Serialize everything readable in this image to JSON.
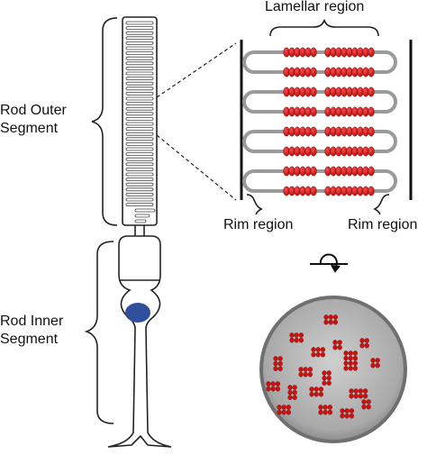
{
  "labels": {
    "outer_segment": "Rod Outer\nSegment",
    "inner_segment": "Rod Inner\nSegment",
    "lamellar_region": "Lamellar region",
    "rim_region_left": "Rim region",
    "rim_region_right": "Rim region"
  },
  "colors": {
    "rhodopsin": "#cc1111",
    "rhodopsin_dark": "#7a0a0a",
    "disc_membrane": "#9a9a9a",
    "nucleus": "#2f4f9c",
    "outline": "#222222",
    "disc_face": "#a8a8a8"
  },
  "icons": {
    "rotation": "rotation-arrow-icon"
  }
}
